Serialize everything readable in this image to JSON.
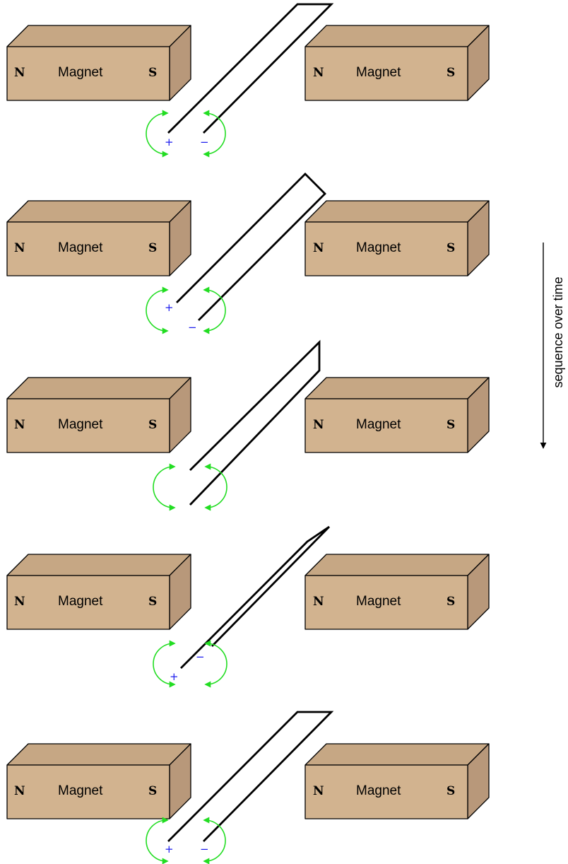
{
  "magnet": {
    "label": "Magnet",
    "north": "N",
    "south": "S"
  },
  "timeline": {
    "label": "sequence over time"
  },
  "frames": [
    {
      "id": "frame-1",
      "plus": "+",
      "minus": "−"
    },
    {
      "id": "frame-2",
      "plus": "+",
      "minus": "−"
    },
    {
      "id": "frame-3",
      "plus": "",
      "minus": ""
    },
    {
      "id": "frame-4",
      "plus": "+",
      "minus": "−"
    },
    {
      "id": "frame-5",
      "plus": "+",
      "minus": "−"
    }
  ],
  "colors": {
    "magnet_front": "#d2b38f",
    "magnet_top": "#c6a784",
    "magnet_side": "#b8987a",
    "rotation_arrow": "#22dd22",
    "polarity_sign": "#1a1aee"
  }
}
